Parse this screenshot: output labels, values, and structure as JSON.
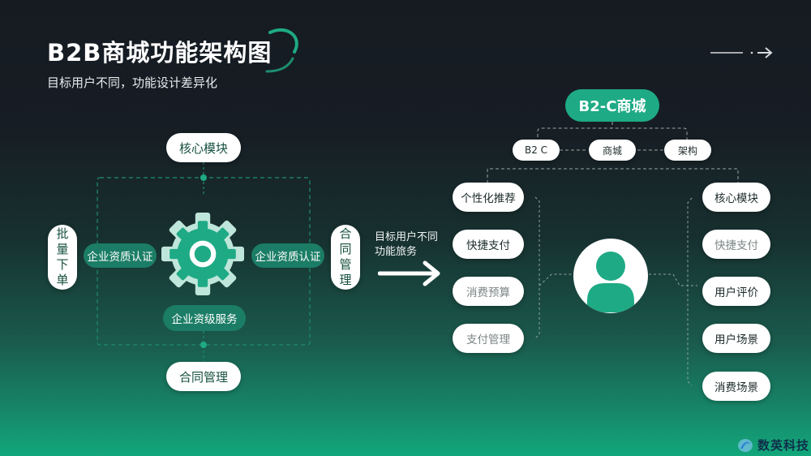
{
  "header": {
    "title": "B2B商城功能架构图",
    "subtitle": "目标用户不同，功能设计差异化",
    "decoration_icon": "arc-swoosh-icon",
    "nav_arrow_icon": "right-arrow-icon"
  },
  "colors": {
    "accent": "#1eaa85",
    "accent_dark": "#1b7d66",
    "bg_top": "#161b22",
    "bg_bottom": "#12a77b",
    "pill_bg": "#ffffff"
  },
  "b2b_section": {
    "top_node": "核心模块",
    "bottom_node": "合同管理",
    "left_vertical_node": [
      "批",
      "量",
      "下",
      "单"
    ],
    "right_vertical_node": [
      "合",
      "同",
      "管",
      "理"
    ],
    "center_icon": "gear-icon",
    "left_inner_tag": "企业资质认证",
    "right_inner_tag": "企业资质认证",
    "bottom_inner_tag": "企业资级服务"
  },
  "transition": {
    "line1": "目标用户不同",
    "line2": "功能旅务",
    "arrow_icon": "right-arrow-icon"
  },
  "b2c_section": {
    "title": "B2-C商城",
    "sub_nodes": [
      "B2 C",
      "商城",
      "架构"
    ],
    "center_icon": "user-avatar-icon",
    "left_column": [
      {
        "label": "个性化推荐",
        "dim": false
      },
      {
        "label": "快捷支付",
        "dim": false
      },
      {
        "label": "消费预算",
        "dim": true
      },
      {
        "label": "支付管理",
        "dim": true
      }
    ],
    "right_column": [
      {
        "label": "核心模块",
        "dim": false
      },
      {
        "label": "快捷支付",
        "dim": true
      },
      {
        "label": "用户评价",
        "dim": false
      },
      {
        "label": "用户场景",
        "dim": false
      },
      {
        "label": "消费场景",
        "dim": false
      }
    ]
  },
  "footer": {
    "brand": "数英科技",
    "brand_icon": "swirl-logo-icon"
  }
}
